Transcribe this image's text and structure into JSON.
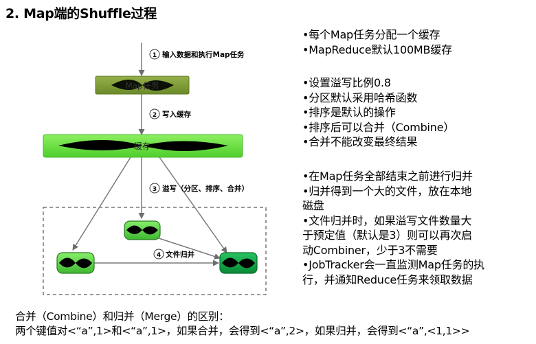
{
  "title": "2. Map端的Shuffle过程",
  "diagram": {
    "step1": {
      "number": "1",
      "label": "输入数据和执行Map任务"
    },
    "step2": {
      "number": "2",
      "label": "写入缓存"
    },
    "step3": {
      "number": "3",
      "label": "溢写（分区、排序、合并）"
    },
    "step4": {
      "number": "4",
      "label": "文件归并"
    },
    "map_box": "Map任务",
    "buffer_box": "缓存"
  },
  "bullets_group1": [
    "•每个Map任务分配一个缓存",
    "•MapReduce默认100MB缓存"
  ],
  "bullets_group2": [
    "•设置溢写比例0.8",
    "•分区默认采用哈希函数",
    "•排序是默认的操作",
    "•排序后可以合并（Combine）",
    "•合并不能改变最终结果"
  ],
  "bullets_group3": [
    "•在Map任务全部结束之前进行归并",
    "•归并得到一个大的文件，放在本地",
    "磁盘",
    "•文件归并时，如果溢写文件数量大",
    "于预定值（默认是3）则可以再次启",
    "动Combiner，少于3不需要",
    "•JobTracker会一直监测Map任务的执",
    "行，并通知Reduce任务来领取数据"
  ],
  "footer": {
    "line1": "合并（Combine）和归并（Merge）的区别：",
    "line2": "两个键值对<“a”,1>和<“a”,1>，如果合并，会得到<“a”,2>，如果归并，会得到<“a”,<1,1>>"
  },
  "colors": {
    "map_box": "#7f9a34",
    "buffer_box": "#66e03a",
    "spill_file": "#5fd84a",
    "merged_file": "#0fa84a",
    "arrow": "#7a7a7a"
  }
}
